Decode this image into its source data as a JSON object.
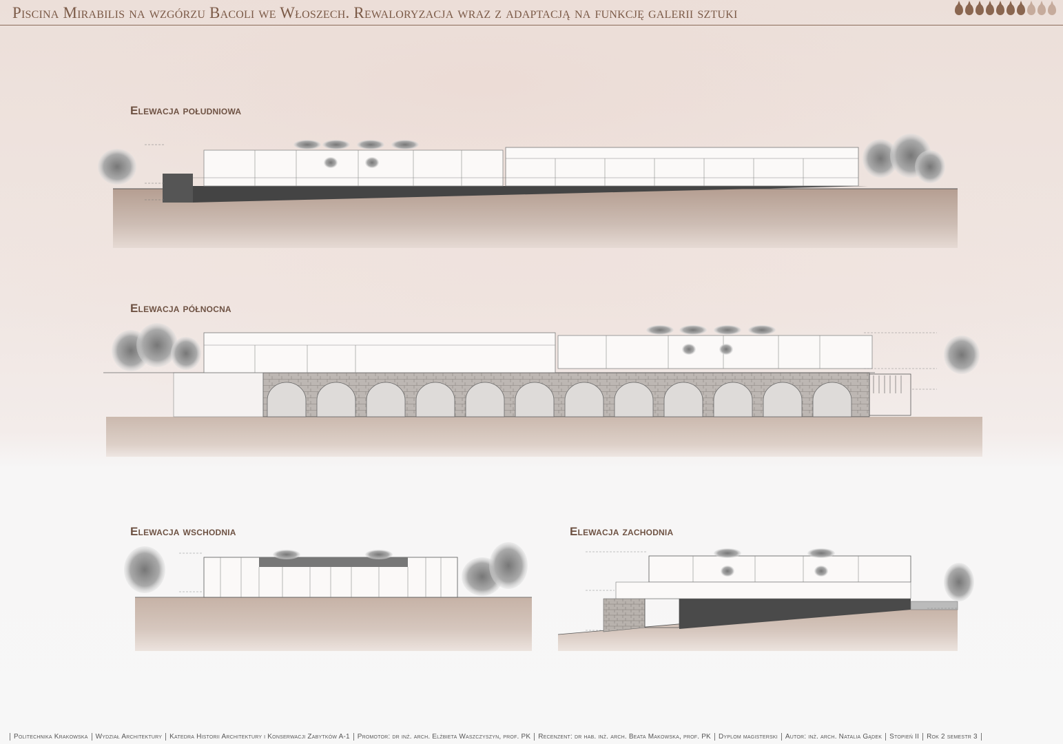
{
  "header": {
    "title": "Piscina Mirabilis na wzgórzu Bacoli we Włoszech. Rewaloryzacja wraz z adaptacją na funkcję galerii sztuki",
    "drop_colors": [
      "#8a6650",
      "#8a6650",
      "#8a6650",
      "#8a6650",
      "#8a6650",
      "#8a6650",
      "#8a6650",
      "#c6ab9c",
      "#c6ab9c",
      "#c6ab9c"
    ]
  },
  "elevations": {
    "south": {
      "label": "Elewacja południowa"
    },
    "north": {
      "label": "Elewacja północna"
    },
    "east": {
      "label": "Elewacja wschodnia"
    },
    "west": {
      "label": "Elewacja zachodnia"
    }
  },
  "footer": {
    "items": [
      "Politechnika Krakowska",
      "Wydział Architektury",
      "Katedra Historii Architektury i Konserwacji Zabytków A-1",
      "Promotor:  dr inż. arch. Elżbieta Waszczyszyn, prof. PK",
      "Recenzent:  dr hab. inż. arch. Beata Makowska, prof. PK",
      "Dyplom magisterski",
      "Autor: inż. arch. Natalia Gądek",
      "Stopień II",
      "Rok 2 semestr 3"
    ]
  }
}
